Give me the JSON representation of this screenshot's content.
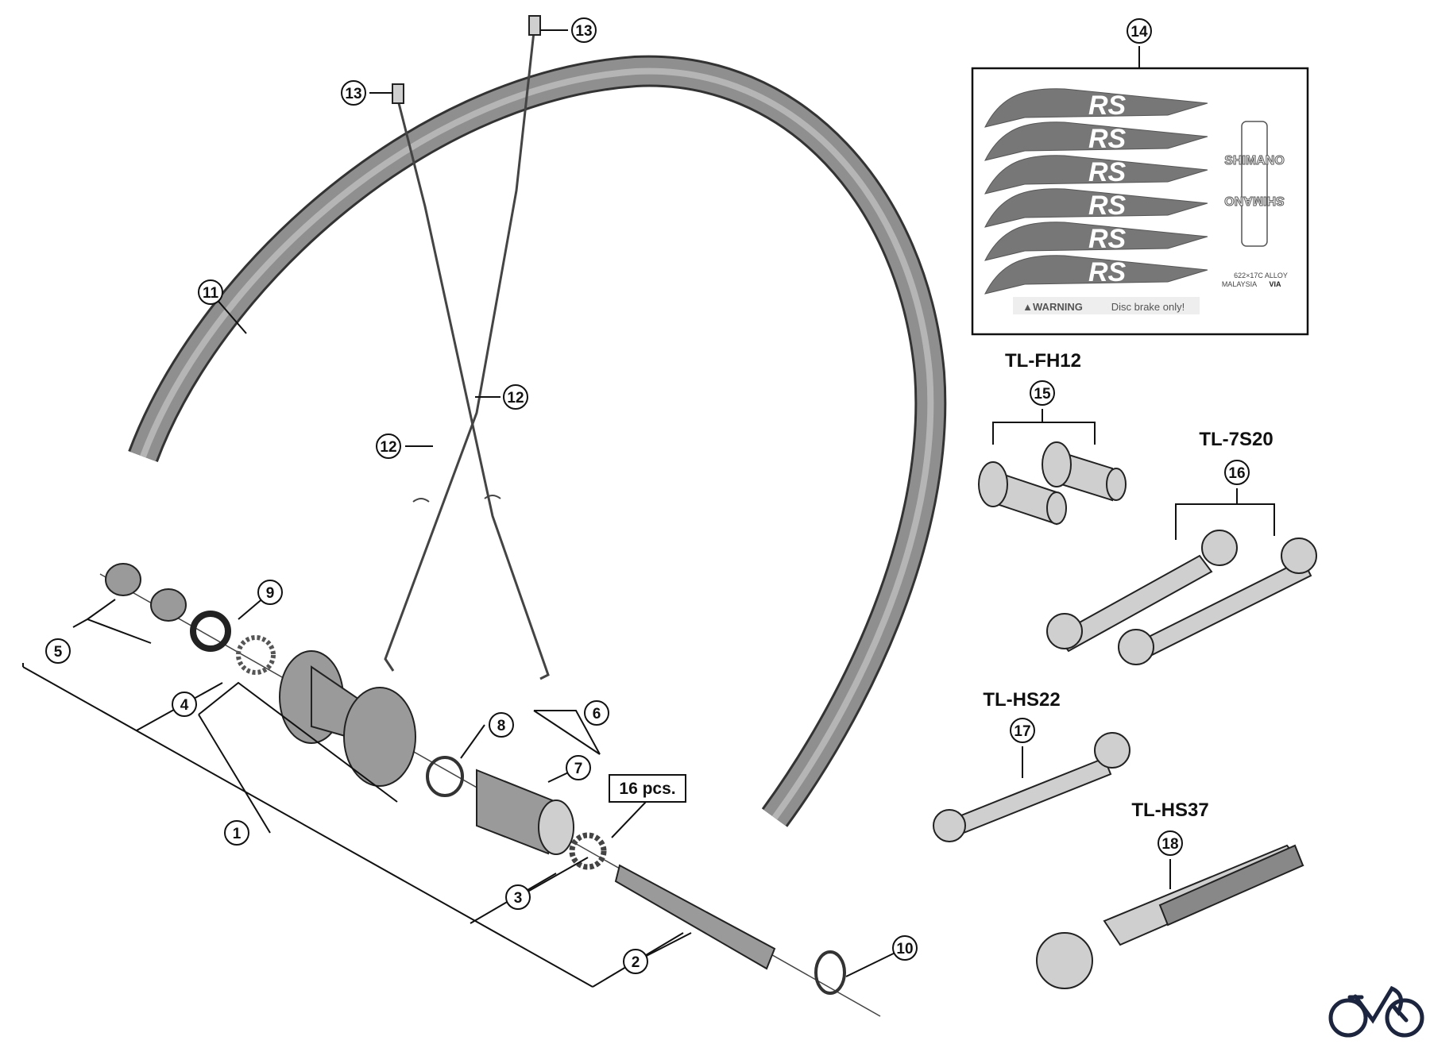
{
  "callouts": [
    "1",
    "2",
    "3",
    "4",
    "5",
    "6",
    "7",
    "8",
    "9",
    "10",
    "11",
    "12",
    "12",
    "13",
    "13",
    "14",
    "15",
    "16",
    "17",
    "18"
  ],
  "qty_label": "16 pcs.",
  "tools": {
    "fh12": "TL-FH12",
    "s720": "TL-7S20",
    "hs22": "TL-HS22",
    "hs37": "TL-HS37"
  },
  "decals": {
    "rs_logo": "RS",
    "brand": "SHIMANO",
    "spec_line1": "622×17C ALLOY",
    "spec_line2": "MALAYSIA",
    "spec_mark": "VIA",
    "warning": "▲WARNING",
    "warning_text": "Disc brake only!"
  },
  "logo_icon": "bicycle-icon",
  "colors": {
    "line": "#111111",
    "part": "#9a9a9a",
    "logo": "#1b2540"
  }
}
